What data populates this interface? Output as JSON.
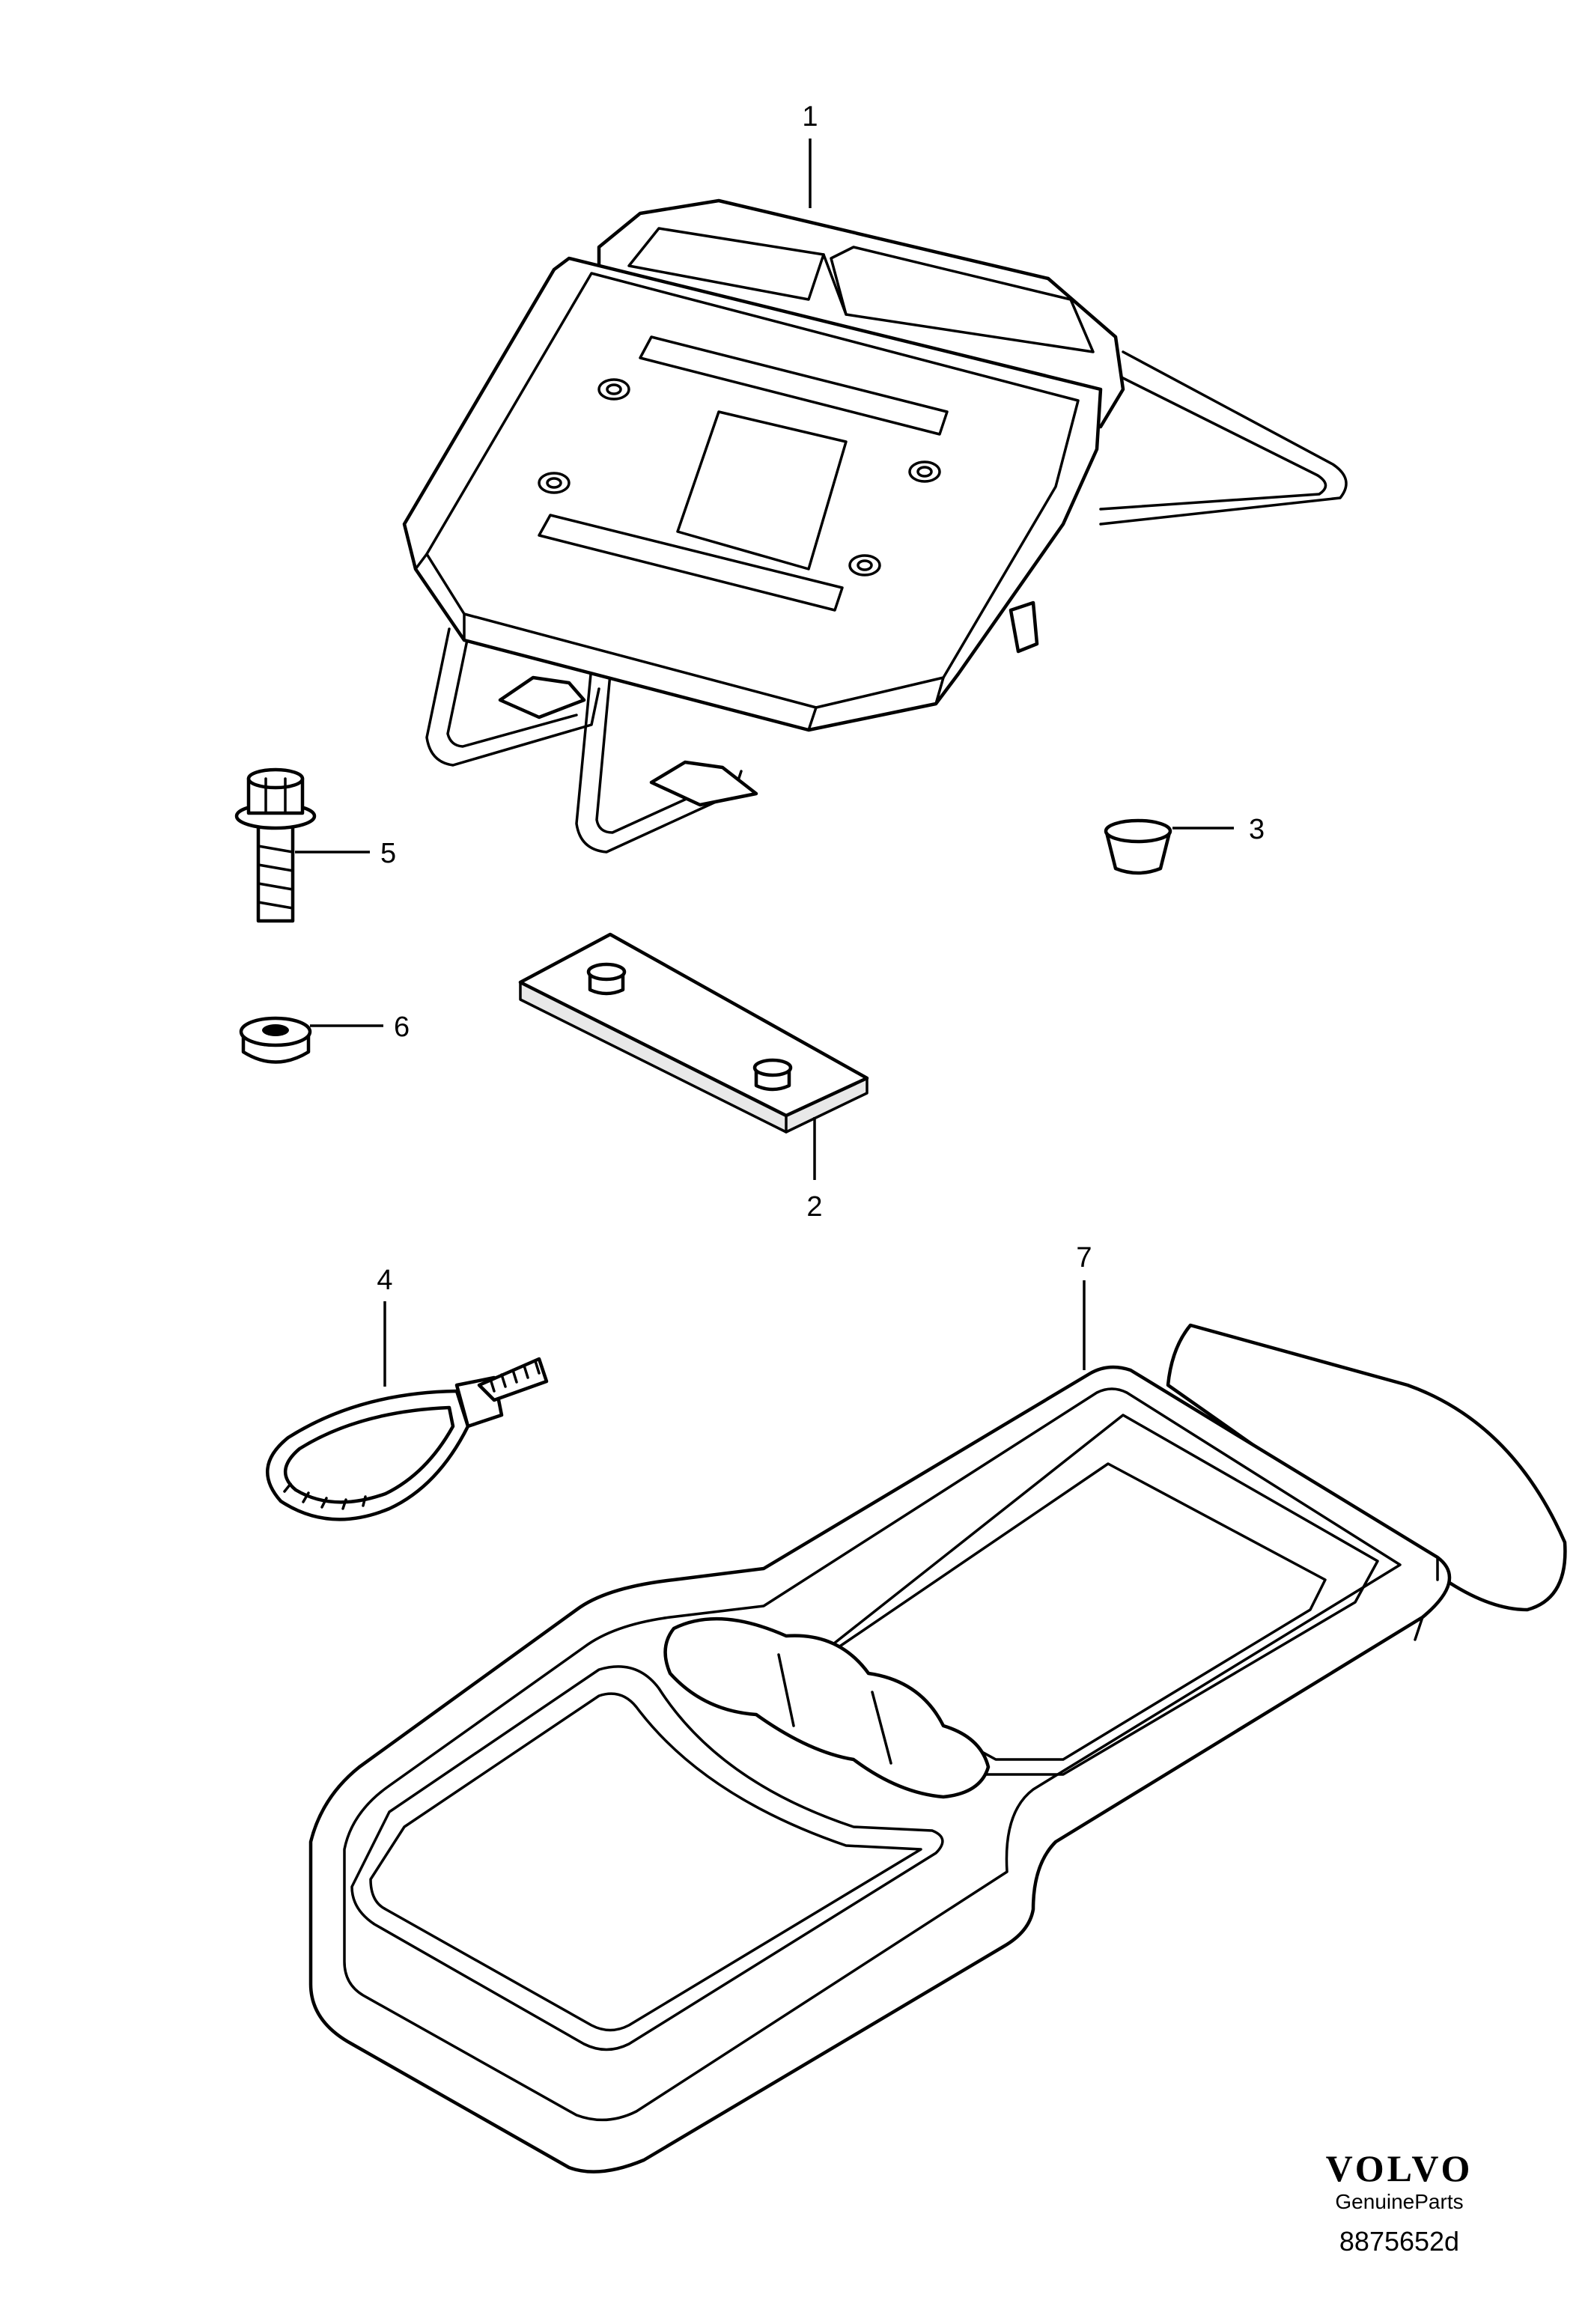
{
  "callouts": [
    {
      "id": "1",
      "label": "1"
    },
    {
      "id": "2",
      "label": "2"
    },
    {
      "id": "3",
      "label": "3"
    },
    {
      "id": "4",
      "label": "4"
    },
    {
      "id": "5",
      "label": "5"
    },
    {
      "id": "6",
      "label": "6"
    },
    {
      "id": "7",
      "label": "7"
    }
  ],
  "brand": {
    "name": "VOLVO",
    "subtitle": "GenuineParts"
  },
  "reference_number": "8875652d"
}
